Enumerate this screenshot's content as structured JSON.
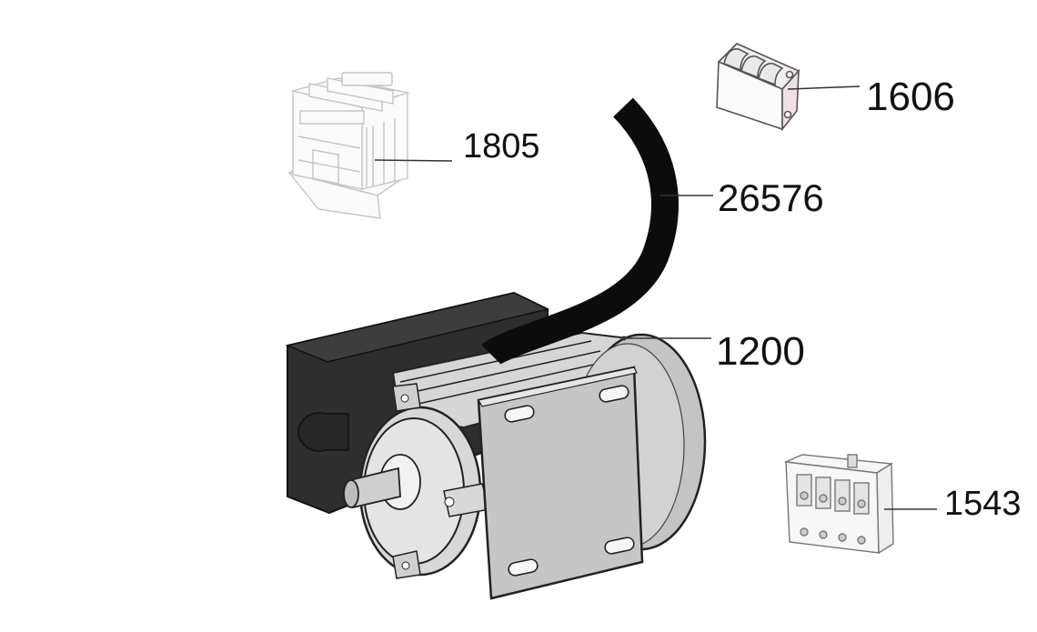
{
  "parts": [
    {
      "id": "transformer",
      "number": "1805"
    },
    {
      "id": "terminal-block",
      "number": "1606"
    },
    {
      "id": "power-cable",
      "number": "26576"
    },
    {
      "id": "motor",
      "number": "1200"
    },
    {
      "id": "contactor",
      "number": "1543"
    }
  ],
  "colors": {
    "line": "#222222",
    "motor_dark": "#2f2f2f",
    "motor_light": "#c9c9c9",
    "faded_part": "#d8d8d8",
    "terminal_pink": "#f1dfe6"
  }
}
